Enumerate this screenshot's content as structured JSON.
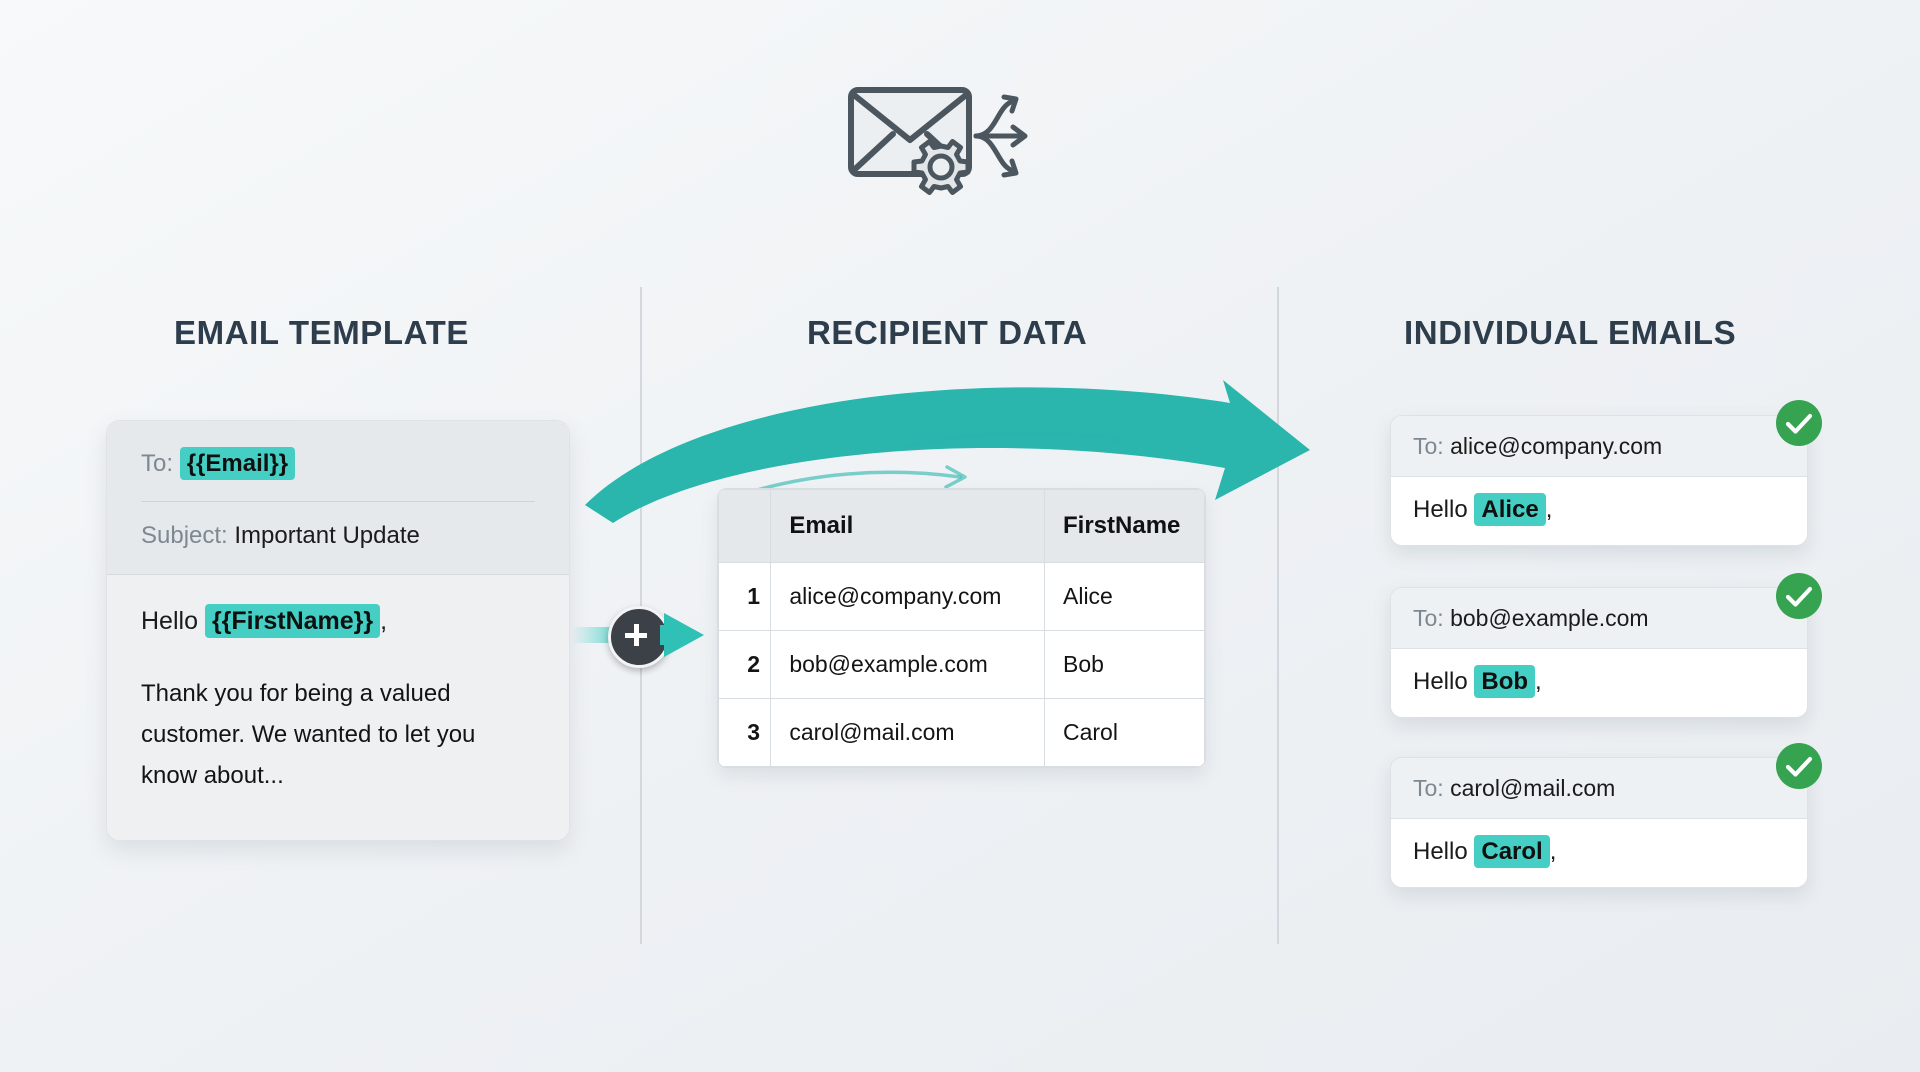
{
  "header": {
    "icon": "envelope-gear-distribute-icon"
  },
  "columns": {
    "template_title": "EMAIL TEMPLATE",
    "data_title": "RECIPIENT DATA",
    "output_title": "INDIVIDUAL EMAILS"
  },
  "template_card": {
    "to_label": "To:",
    "to_token": "{{Email}}",
    "subject_label": "Subject:",
    "subject_value": "Important Update",
    "greeting_prefix": "Hello",
    "greeting_token": "{{FirstName}}",
    "greeting_suffix": ",",
    "body_text": "Thank you for being a valued customer. We wanted to let you know about..."
  },
  "connector": {
    "plus_label": "+",
    "arrow": "arrow-right-icon"
  },
  "recipient_table": {
    "columns": [
      "",
      "Email",
      "FirstName"
    ],
    "rows": [
      {
        "index": "1",
        "email": "alice@company.com",
        "firstname": "Alice"
      },
      {
        "index": "2",
        "email": "bob@example.com",
        "firstname": "Bob"
      },
      {
        "index": "3",
        "email": "carol@mail.com",
        "firstname": "Carol"
      }
    ]
  },
  "output_emails": [
    {
      "to_label": "To:",
      "to_value": "alice@company.com",
      "greeting_prefix": "Hello",
      "greeting_name": "Alice",
      "greeting_suffix": ",",
      "status": "sent-check-icon"
    },
    {
      "to_label": "To:",
      "to_value": "bob@example.com",
      "greeting_prefix": "Hello",
      "greeting_name": "Bob",
      "greeting_suffix": ",",
      "status": "sent-check-icon"
    },
    {
      "to_label": "To:",
      "to_value": "carol@mail.com",
      "greeting_prefix": "Hello",
      "greeting_name": "Carol",
      "greeting_suffix": ",",
      "status": "sent-check-icon"
    }
  ],
  "colors": {
    "accent_teal": "#45cec4",
    "arrow_teal": "#2ab5ad",
    "success_green": "#35a350",
    "heading_navy": "#2d3d4c",
    "background": "#eef1f4"
  }
}
